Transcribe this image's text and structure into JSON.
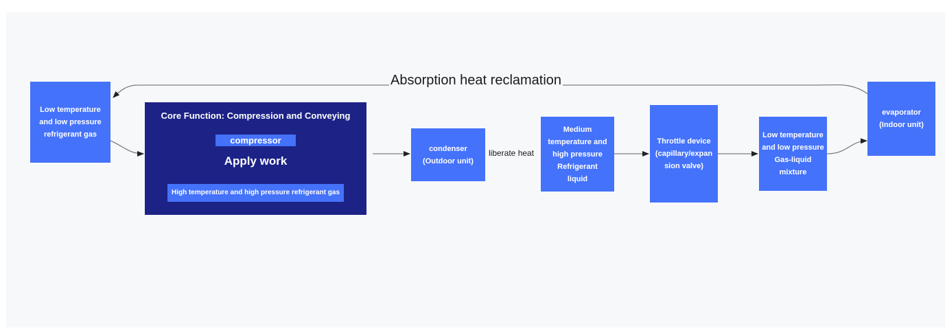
{
  "loop_label": "Absorption heat reclamation",
  "edge_label": "liberate heat",
  "core": {
    "title": "Core Function: Compression and Conveying",
    "compressor": "compressor",
    "apply_work": "Apply work",
    "output": "High temperature and high pressure refrigerant gas"
  },
  "nodes": {
    "low_gas": [
      "Low temperature",
      "and low pressure",
      "refrigerant gas"
    ],
    "condenser": [
      "condenser",
      "(Outdoor unit)"
    ],
    "medium": [
      "Medium",
      "temperature and",
      "high pressure",
      "Refrigerant",
      "liquid"
    ],
    "throttle": [
      "Throttle device",
      "(capillary/expan",
      "sion valve)"
    ],
    "mixture": [
      "Low temperature",
      "and low pressure",
      "Gas-liquid",
      "mixture"
    ],
    "evaporator": [
      "evaporator",
      "(Indoor unit)"
    ]
  },
  "colors": {
    "node": "#4472fa",
    "core": "#1c2286",
    "connector": "#7f7f7f"
  }
}
